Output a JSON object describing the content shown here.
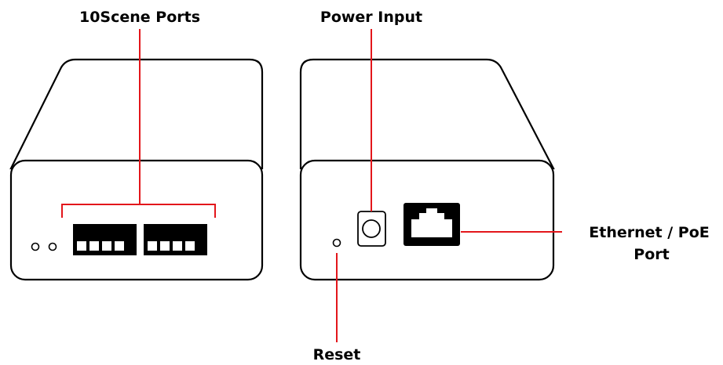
{
  "labels": {
    "scene_ports": "10Scene Ports",
    "power_input": "Power Input",
    "ethernet_line1": "Ethernet / PoE",
    "ethernet_line2": "Port",
    "reset": "Reset"
  },
  "colors": {
    "callout": "#e3161b",
    "outline": "#000000",
    "background": "#ffffff"
  }
}
